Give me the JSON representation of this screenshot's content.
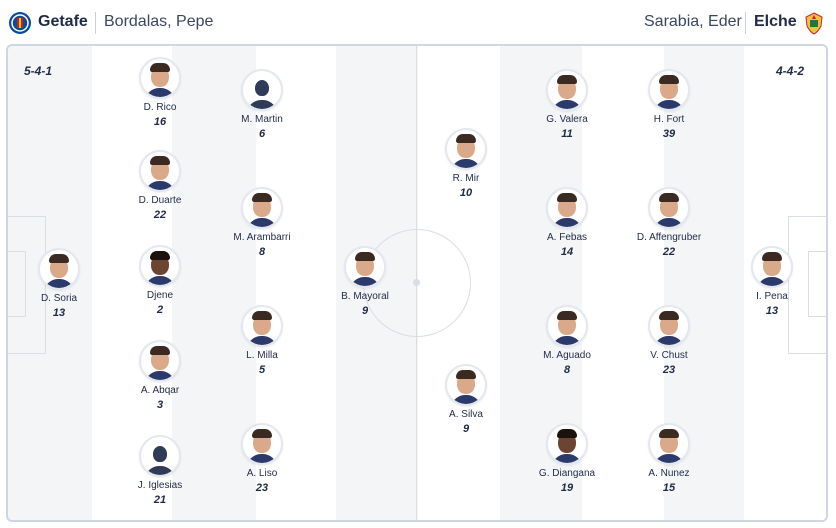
{
  "home": {
    "team": "Getafe",
    "coach": "Bordalas, Pepe",
    "formation": "5-4-1"
  },
  "away": {
    "team": "Elche",
    "coach": "Sarabia, Eder",
    "formation": "4-4-2"
  },
  "home_players": [
    {
      "name": "D. Soria",
      "number": "13",
      "photo": "face"
    },
    {
      "name": "D. Rico",
      "number": "16",
      "photo": "face"
    },
    {
      "name": "D. Duarte",
      "number": "22",
      "photo": "face"
    },
    {
      "name": "Djene",
      "number": "2",
      "photo": "face-dark"
    },
    {
      "name": "A. Abqar",
      "number": "3",
      "photo": "face"
    },
    {
      "name": "J. Iglesias",
      "number": "21",
      "photo": "silhouette"
    },
    {
      "name": "M. Martin",
      "number": "6",
      "photo": "silhouette"
    },
    {
      "name": "M. Arambarri",
      "number": "8",
      "photo": "face"
    },
    {
      "name": "L. Milla",
      "number": "5",
      "photo": "face"
    },
    {
      "name": "A. Liso",
      "number": "23",
      "photo": "face"
    },
    {
      "name": "B. Mayoral",
      "number": "9",
      "photo": "face"
    }
  ],
  "away_players": [
    {
      "name": "R. Mir",
      "number": "10",
      "photo": "face"
    },
    {
      "name": "A. Silva",
      "number": "9",
      "photo": "face"
    },
    {
      "name": "G. Valera",
      "number": "11",
      "photo": "face"
    },
    {
      "name": "A. Febas",
      "number": "14",
      "photo": "face"
    },
    {
      "name": "M. Aguado",
      "number": "8",
      "photo": "face"
    },
    {
      "name": "G. Diangana",
      "number": "19",
      "photo": "face-dark"
    },
    {
      "name": "H. Fort",
      "number": "39",
      "photo": "face"
    },
    {
      "name": "D. Affengruber",
      "number": "22",
      "photo": "face"
    },
    {
      "name": "V. Chust",
      "number": "23",
      "photo": "face"
    },
    {
      "name": "A. Nunez",
      "number": "15",
      "photo": "face"
    },
    {
      "name": "I. Pena",
      "number": "13",
      "photo": "face"
    }
  ],
  "colors": {
    "home_primary": "#0b4a9c",
    "away_primary": "#1a7a3a",
    "text": "#1f2a44"
  }
}
